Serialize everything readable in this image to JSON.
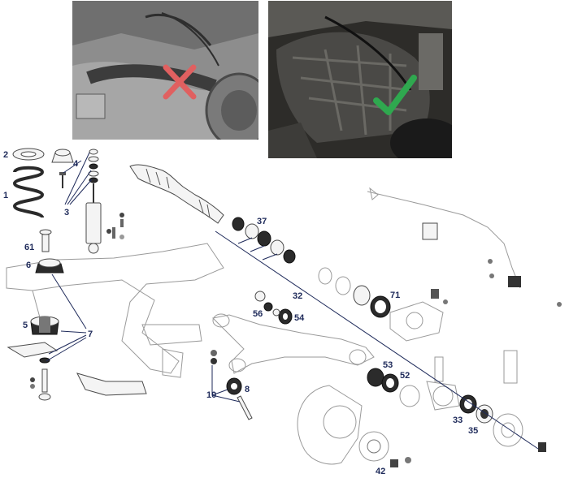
{
  "photos": {
    "wrong": {
      "mark": "incorrect",
      "mark_color": "#e06060"
    },
    "right": {
      "mark": "correct",
      "mark_color": "#2fa84f"
    }
  },
  "callouts": {
    "c1": "1",
    "c2": "2",
    "c3": "3",
    "c4": "4",
    "c5": "5",
    "c6": "6",
    "c7": "7",
    "c8": "8",
    "c10": "10",
    "c32": "32",
    "c33": "33",
    "c35": "35",
    "c37": "37",
    "c42": "42",
    "c52": "52",
    "c53": "53",
    "c54": "54",
    "c56": "56",
    "c61": "61",
    "c71": "71"
  },
  "colors": {
    "callout": "#1e2a5a",
    "line_art": "#4a4a4a",
    "ghost": "#9a9a9a"
  }
}
